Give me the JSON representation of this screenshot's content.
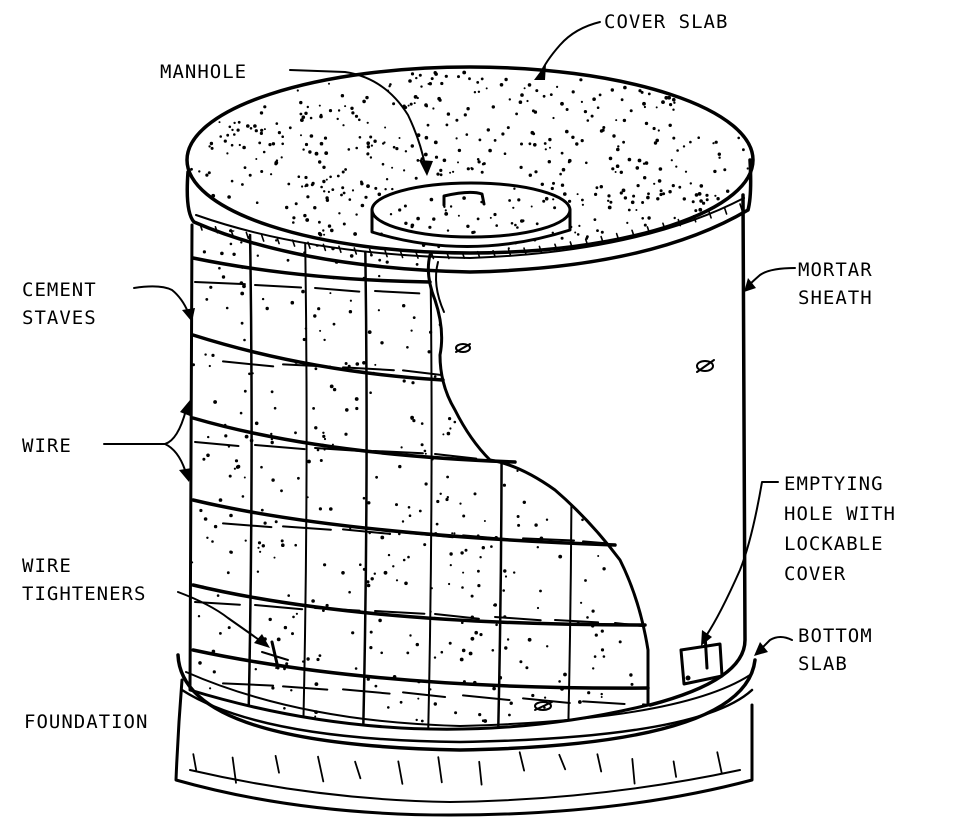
{
  "diagram": {
    "title": "Cement stave water tank",
    "labels": {
      "cover_slab": "COVER SLAB",
      "manhole": "MANHOLE",
      "mortar_sheath": [
        "MORTAR",
        "SHEATH"
      ],
      "cement_staves": [
        "CEMENT",
        "STAVES"
      ],
      "wire": "WIRE",
      "emptying_hole": [
        "EMPTYING",
        "HOLE WITH",
        "LOCKABLE",
        "COVER"
      ],
      "wire_tighteners": [
        "WIRE",
        "TIGHTENERS"
      ],
      "bottom_slab": [
        "BOTTOM",
        "SLAB"
      ],
      "foundation": "FOUNDATION"
    }
  },
  "colors": {
    "ink": "#000000",
    "paper": "#ffffff"
  }
}
